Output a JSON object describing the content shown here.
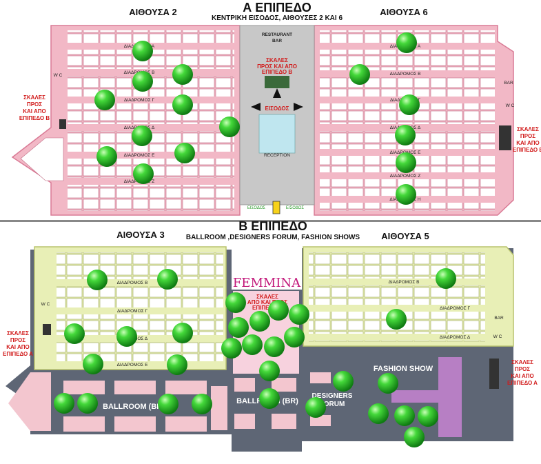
{
  "colors": {
    "pink_hall": "#f2b8c6",
    "pink_edge": "#d97a95",
    "yellow_hall": "#e8efb6",
    "yellow_edge": "#b9c36e",
    "grey_floor": "#5e6675",
    "grey_center": "#c8c8c8",
    "marker": "#33c92d"
  },
  "level_a": {
    "title": "Α ΕΠΙΠΕΔΟ",
    "subtitle": "ΚΕΝΤΡΙΚΗ ΕΙΣΟΔΟΣ, ΑΙΘΟΥΣΕΣ 2 ΚΑΙ 6",
    "hall_left": "ΑΙΘΟΥΣΑ 2",
    "hall_right": "ΑΙΘΟΥΣΑ 6",
    "restaurant": "RESTAURANT",
    "bar": "BAR",
    "stairs_center": [
      "ΣΚΑΛΕΣ",
      "ΠΡΟΣ ΚΑΙ ΑΠΟ",
      "ΕΠΙΠΕΔΟ Β"
    ],
    "reception": "RECEPTION",
    "entrance": "ΕΙΣΟΔΟΣ",
    "stairs_side": [
      "ΣΚΑΛΕΣ",
      "ΠΡΟΣ",
      "ΚΑΙ ΑΠΟ",
      "ΕΠΙΠΕΔΟ Β"
    ],
    "wc": "W C",
    "corridors_left": [
      "ΔΙΑΔΡΟΜΟΣ Α",
      "ΔΙΑΔΡΟΜΟΣ Β",
      "ΔΙΑΔΡΟΜΟΣ Γ",
      "ΔΙΑΔΡΟΜΟΣ Δ",
      "ΔΙΑΔΡΟΜΟΣ Ε",
      "ΔΙΑΔΡΟΜΟΣ Ζ"
    ],
    "corridors_right": [
      "ΔΙΑΔΡΟΜΟΣ Α",
      "ΔΙΑΔΡΟΜΟΣ Β",
      "ΔΙΑΔΡΟΜΟΣ Γ",
      "ΔΙΑΔΡΟΜΟΣ Δ",
      "ΔΙΑΔΡΟΜΟΣ Ε",
      "ΔΙΑΔΡΟΜΟΣ Ζ",
      "ΔΙΑΔΡΟΜΟΣ Η"
    ]
  },
  "level_b": {
    "title": "Β ΕΠΙΠΕΔΟ",
    "subtitle": "BALLROOM ,DESIGNERS FORUM, FASHION SHOWS",
    "hall_left": "ΑΙΘΟΥΣΑ 3",
    "hall_right": "ΑΙΘΟΥΣΑ 5",
    "femmina": "FEMMINA",
    "stairs_center": [
      "ΣΚΑΛΕΣ",
      "ΑΠΟ ΚΑΙ ΠΡΟΣ",
      "ΕΠΙΠΕΔΟ Α"
    ],
    "stairs_side": [
      "ΣΚΑΛΕΣ",
      "ΠΡΟΣ",
      "ΚΑΙ ΑΠΟ",
      "ΕΠΙΠΕΔΟ Α"
    ],
    "ballroom_left": "BALLROOM (BR)",
    "ballroom_mid": "BALLROOM (BR)",
    "designers": [
      "DESIGNERS",
      "FORUM"
    ],
    "fashion_show": "FASHION SHOW",
    "wc": "W C",
    "bar": "BAR",
    "corridors_left": [
      "ΔΙΑΔΡΟΜΟΣ Β",
      "ΔΙΑΔΡΟΜΟΣ Γ",
      "ΔΙΑΔΡΟΜΟΣ Δ",
      "ΔΙΑΔΡΟΜΟΣ Ε"
    ],
    "corridors_right": [
      "ΔΙΑΔΡΟΜΟΣ Β",
      "ΔΙΑΔΡΟΜΟΣ Γ",
      "ΔΙΑΔΡΟΜΟΣ Δ"
    ]
  }
}
